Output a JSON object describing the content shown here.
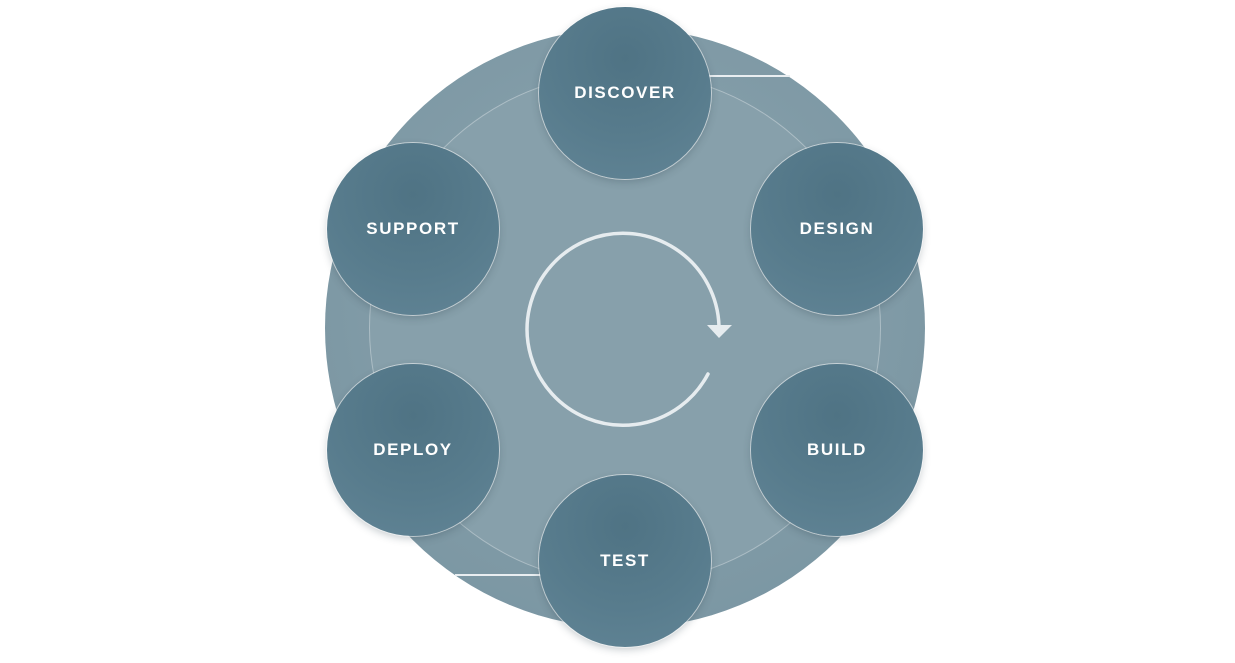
{
  "diagram": {
    "type": "cycle",
    "direction": "clockwise",
    "colors": {
      "outer_ring": "#7d98a4",
      "inner_ring": "#87a0ab",
      "node_fill": "#587c8d",
      "node_text": "#ffffff",
      "cycle_arrow": "#e6ecef"
    },
    "center_icon": "cycle-arrow-icon",
    "stages": [
      {
        "label": "DISCOVER"
      },
      {
        "label": "DESIGN"
      },
      {
        "label": "BUILD"
      },
      {
        "label": "TEST"
      },
      {
        "label": "DEPLOY"
      },
      {
        "label": "SUPPORT"
      }
    ]
  }
}
